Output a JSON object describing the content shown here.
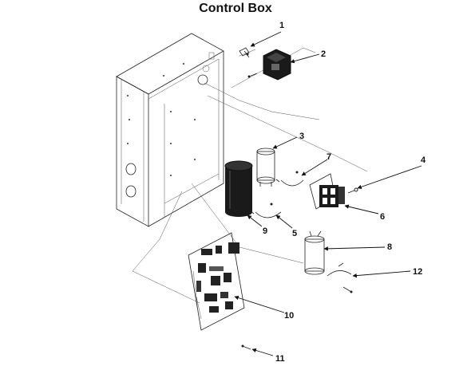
{
  "title": "Control Box",
  "callouts": [
    {
      "number": "1"
    },
    {
      "number": "2"
    },
    {
      "number": "3"
    },
    {
      "number": "4"
    },
    {
      "number": "5"
    },
    {
      "number": "6"
    },
    {
      "number": "7"
    },
    {
      "number": "8"
    },
    {
      "number": "9"
    },
    {
      "number": "10"
    },
    {
      "number": "11"
    },
    {
      "number": "12"
    }
  ]
}
